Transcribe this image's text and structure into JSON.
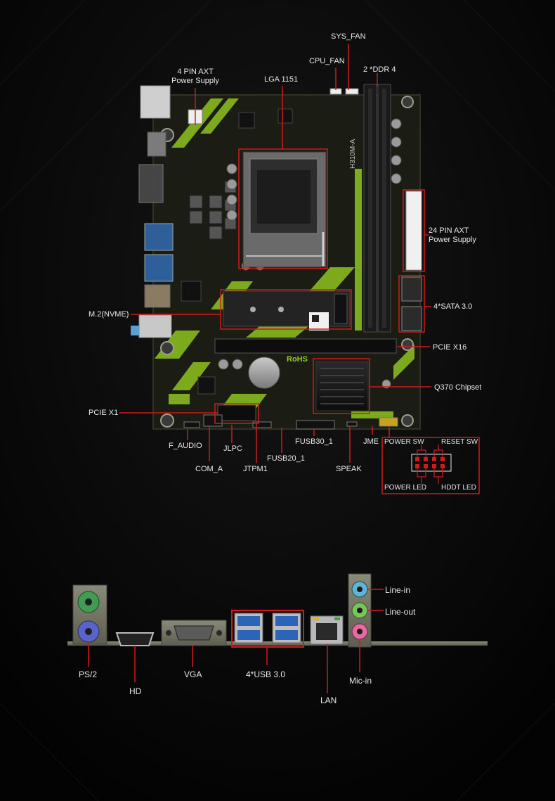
{
  "board_labels": {
    "sys_fan": "SYS_FAN",
    "cpu_fan": "CPU_FAN",
    "ddr": "2 *DDR 4",
    "pin4_line1": "4 PIN AXT",
    "pin4_line2": "Power Supply",
    "lga": "LGA 1151",
    "pin24_line1": "24 PIN AXT",
    "pin24_line2": "Power Supply",
    "sata": "4*SATA 3.0",
    "m2": "M.2(NVME)",
    "pcie16": "PCIE X16",
    "chipset": "Q370 Chipset",
    "pcie1": "PCIE X1",
    "f_audio": "F_AUDIO",
    "jlpc": "JLPC",
    "com_a": "COM_A",
    "jtpm1": "JTPM1",
    "fusb30": "FUSB30_1",
    "fusb20": "FUSB20_1",
    "jme": "JME",
    "speak": "SPEAK"
  },
  "panel_labels": {
    "power_sw": "POWER SW",
    "reset_sw": "RESET SW",
    "power_led": "POWER LED",
    "hddt_led": "HDDT LED"
  },
  "io_labels": {
    "ps2": "PS/2",
    "hd": "HD",
    "vga": "VGA",
    "usb": "4*USB 3.0",
    "lan": "LAN",
    "line_in": "Line-in",
    "line_out": "Line-out",
    "mic_in": "Mic-in"
  },
  "pcb_text": {
    "model": "H310M-A",
    "rohs": "RoHS"
  },
  "colors": {
    "pcb": "#1c1f14",
    "accent_green": "#9acd1e",
    "callout_red": "#d11a1a",
    "label_text": "#e8e8e8"
  },
  "icons": [
    "ps2-port-icon",
    "hdmi-port-icon",
    "vga-port-icon",
    "usb-port-icon",
    "lan-port-icon",
    "audio-jack-icon",
    "pin-header-icon"
  ]
}
